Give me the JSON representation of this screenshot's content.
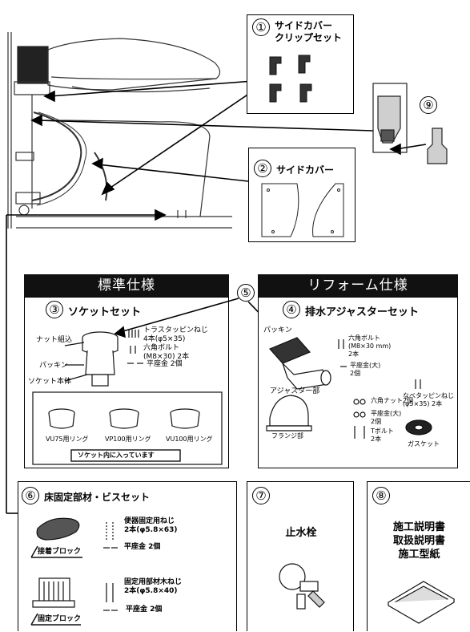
{
  "items": {
    "side_cover_clip_set": {
      "num": "①",
      "title_line1": "サイドカバー",
      "title_line2": "クリップセット"
    },
    "side_cover": {
      "num": "②",
      "title": "サイドカバー"
    },
    "socket_set": {
      "num": "③",
      "title": "ソケットセット"
    },
    "drain_adjuster_set": {
      "num": "④",
      "title": "排水アジャスターセット"
    },
    "part5": {
      "num": "⑤"
    },
    "floor_fix_set": {
      "num": "⑥",
      "title": "床固定部材・ビスセット"
    },
    "water_stop_valve": {
      "num": "⑦",
      "title": "止水栓"
    },
    "manuals": {
      "num": "⑧",
      "line1": "施工説明書",
      "line2": "取扱説明書",
      "line3": "施工型紙"
    },
    "part9": {
      "num": "⑨"
    }
  },
  "headers": {
    "standard": "標準仕様",
    "reform": "リフォーム仕様"
  },
  "socket_labels": {
    "nut_assembly": "ナット組込",
    "packing": "パッキン",
    "socket_body": "ソケット本体",
    "truss_screw_1": "トラスタッピンねじ",
    "truss_screw_2": "4本(φ5×35)",
    "hex_bolt_1": "六角ボルト",
    "hex_bolt_2": "(M8×30) 2本",
    "washer": "平座金 2個",
    "ring_vu75": "VU75用リング",
    "ring_vp100": "VP100用リング",
    "ring_vu100": "VU100用リング",
    "inside_socket": "ソケット内に入っています"
  },
  "reform_labels": {
    "packing": "パッキン",
    "adjuster_part": "アジャスター部",
    "hex_bolt_1": "六角ボルト",
    "hex_bolt_2": "(M8×30 mm)",
    "hex_bolt_3": "2本",
    "washer_large_1": "平座金(大)",
    "washer_large_2": "2個",
    "hex_nut": "六角ナット2個",
    "washer_large_b1": "平座金(大)",
    "washer_large_b2": "2個",
    "t_bolt_1": "Tボルト",
    "t_bolt_2": "2本",
    "flange_part": "フランジ部",
    "pan_screw_1": "なべタッピンねじ",
    "pan_screw_2": "(φ5×35) 2本",
    "gasket": "ガスケット"
  },
  "floor_labels": {
    "fix_screw_1": "便器固定用ねじ",
    "fix_screw_2": "2本(φ5.8×63)",
    "washer_1": "平座金 2個",
    "adhesive_block": "接着ブロック",
    "wood_screw_1": "固定用部材木ねじ",
    "wood_screw_2": "2本(φ5.8×40)",
    "washer_2": "平座金 2個",
    "fixing_block": "固定ブロック"
  },
  "colors": {
    "band": "#111111",
    "line": "#000000"
  }
}
